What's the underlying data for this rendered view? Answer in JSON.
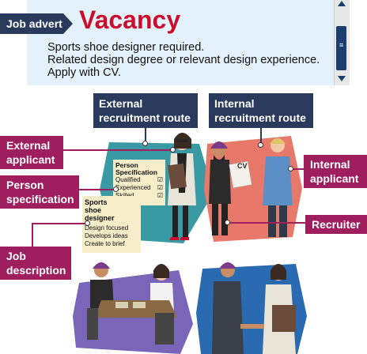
{
  "advert": {
    "tag": "Job advert",
    "title": "Vacancy",
    "lines": [
      "Sports shoe designer required.",
      "Related design degree or relevant design experience.",
      "Apply with CV."
    ]
  },
  "labels": {
    "external_route": [
      "External",
      "recruitment route"
    ],
    "internal_route": [
      "Internal",
      "recruitment route"
    ],
    "external_applicant": [
      "External",
      "applicant"
    ],
    "person_specification": [
      "Person",
      "specification"
    ],
    "job_description": [
      "Job",
      "description"
    ],
    "internal_applicant": [
      "Internal",
      "applicant"
    ],
    "recruiter": "Recruiter"
  },
  "person_spec_card": {
    "title": [
      "Person",
      "Specification"
    ],
    "items": [
      "Qualified",
      "Experienced",
      "Skilled"
    ]
  },
  "job_desc_card": {
    "title": [
      "Sports",
      "shoe",
      "designer"
    ],
    "items": [
      "Design focused",
      "Develops ideas",
      "Create to brief"
    ]
  },
  "cv_label": "CV",
  "colors": {
    "navy": "#2a3a5c",
    "magenta": "#9e1e5e",
    "red": "#c8102e",
    "teal": "#3a9aa3",
    "salmon": "#e8786a",
    "purple": "#7a66b8",
    "blue": "#2a6ab0"
  }
}
